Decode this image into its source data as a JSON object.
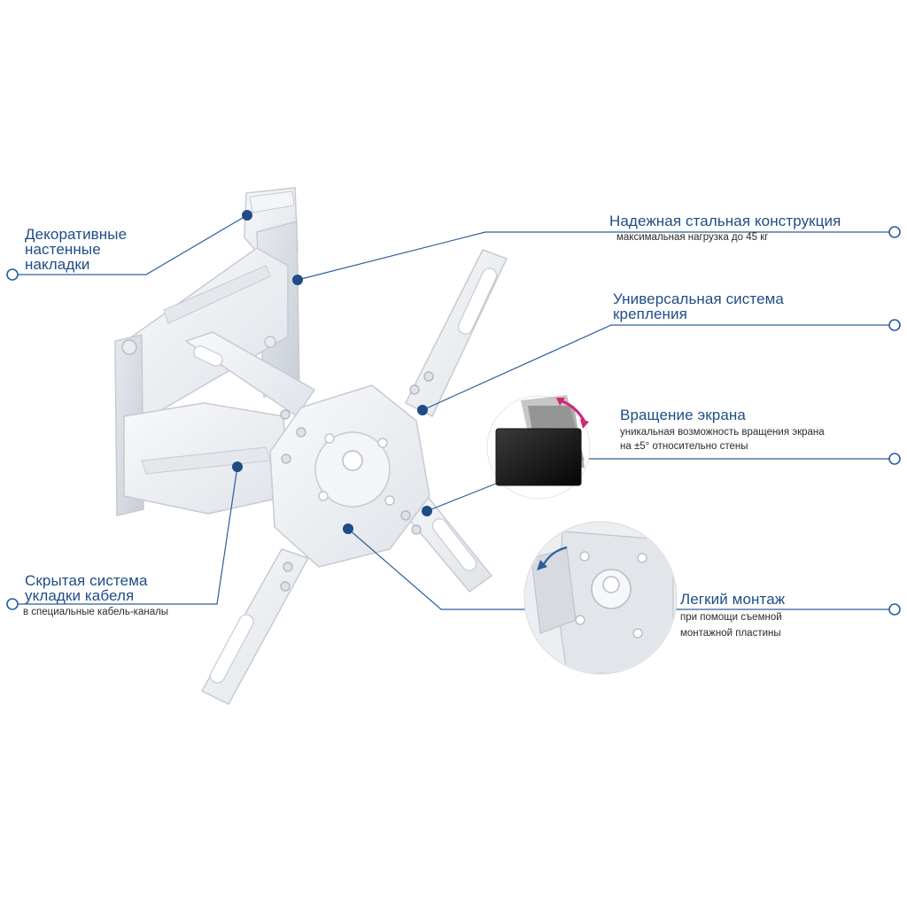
{
  "colors": {
    "accent": "#1f4c86",
    "leader": "#2d5e99",
    "text_dark": "#2b2b2b",
    "rotation_arrow": "#d0267a",
    "mount_fill": "#eef0f3",
    "mount_stroke": "#c6cbd2"
  },
  "callouts": {
    "decorative": {
      "title_lines": [
        "Декоративные",
        "настенные",
        "накладки"
      ]
    },
    "steel": {
      "title": "Надежная стальная конструкция",
      "subtitle": "максимальная нагрузка до 45 кг"
    },
    "universal": {
      "title_lines": [
        "Универсальная система",
        "крепления"
      ]
    },
    "rotation": {
      "title": "Вращение экрана",
      "subtitle_lines": [
        "уникальная возможность вращения экрана",
        "на ±5° относительно стены"
      ]
    },
    "cable": {
      "title_lines": [
        "Скрытая система",
        "укладки кабеля"
      ],
      "subtitle": "в специальные кабель-каналы"
    },
    "mounting": {
      "title": "Легкий монтаж",
      "subtitle_lines": [
        "при помощи съемной",
        "монтажной пластины"
      ]
    }
  }
}
